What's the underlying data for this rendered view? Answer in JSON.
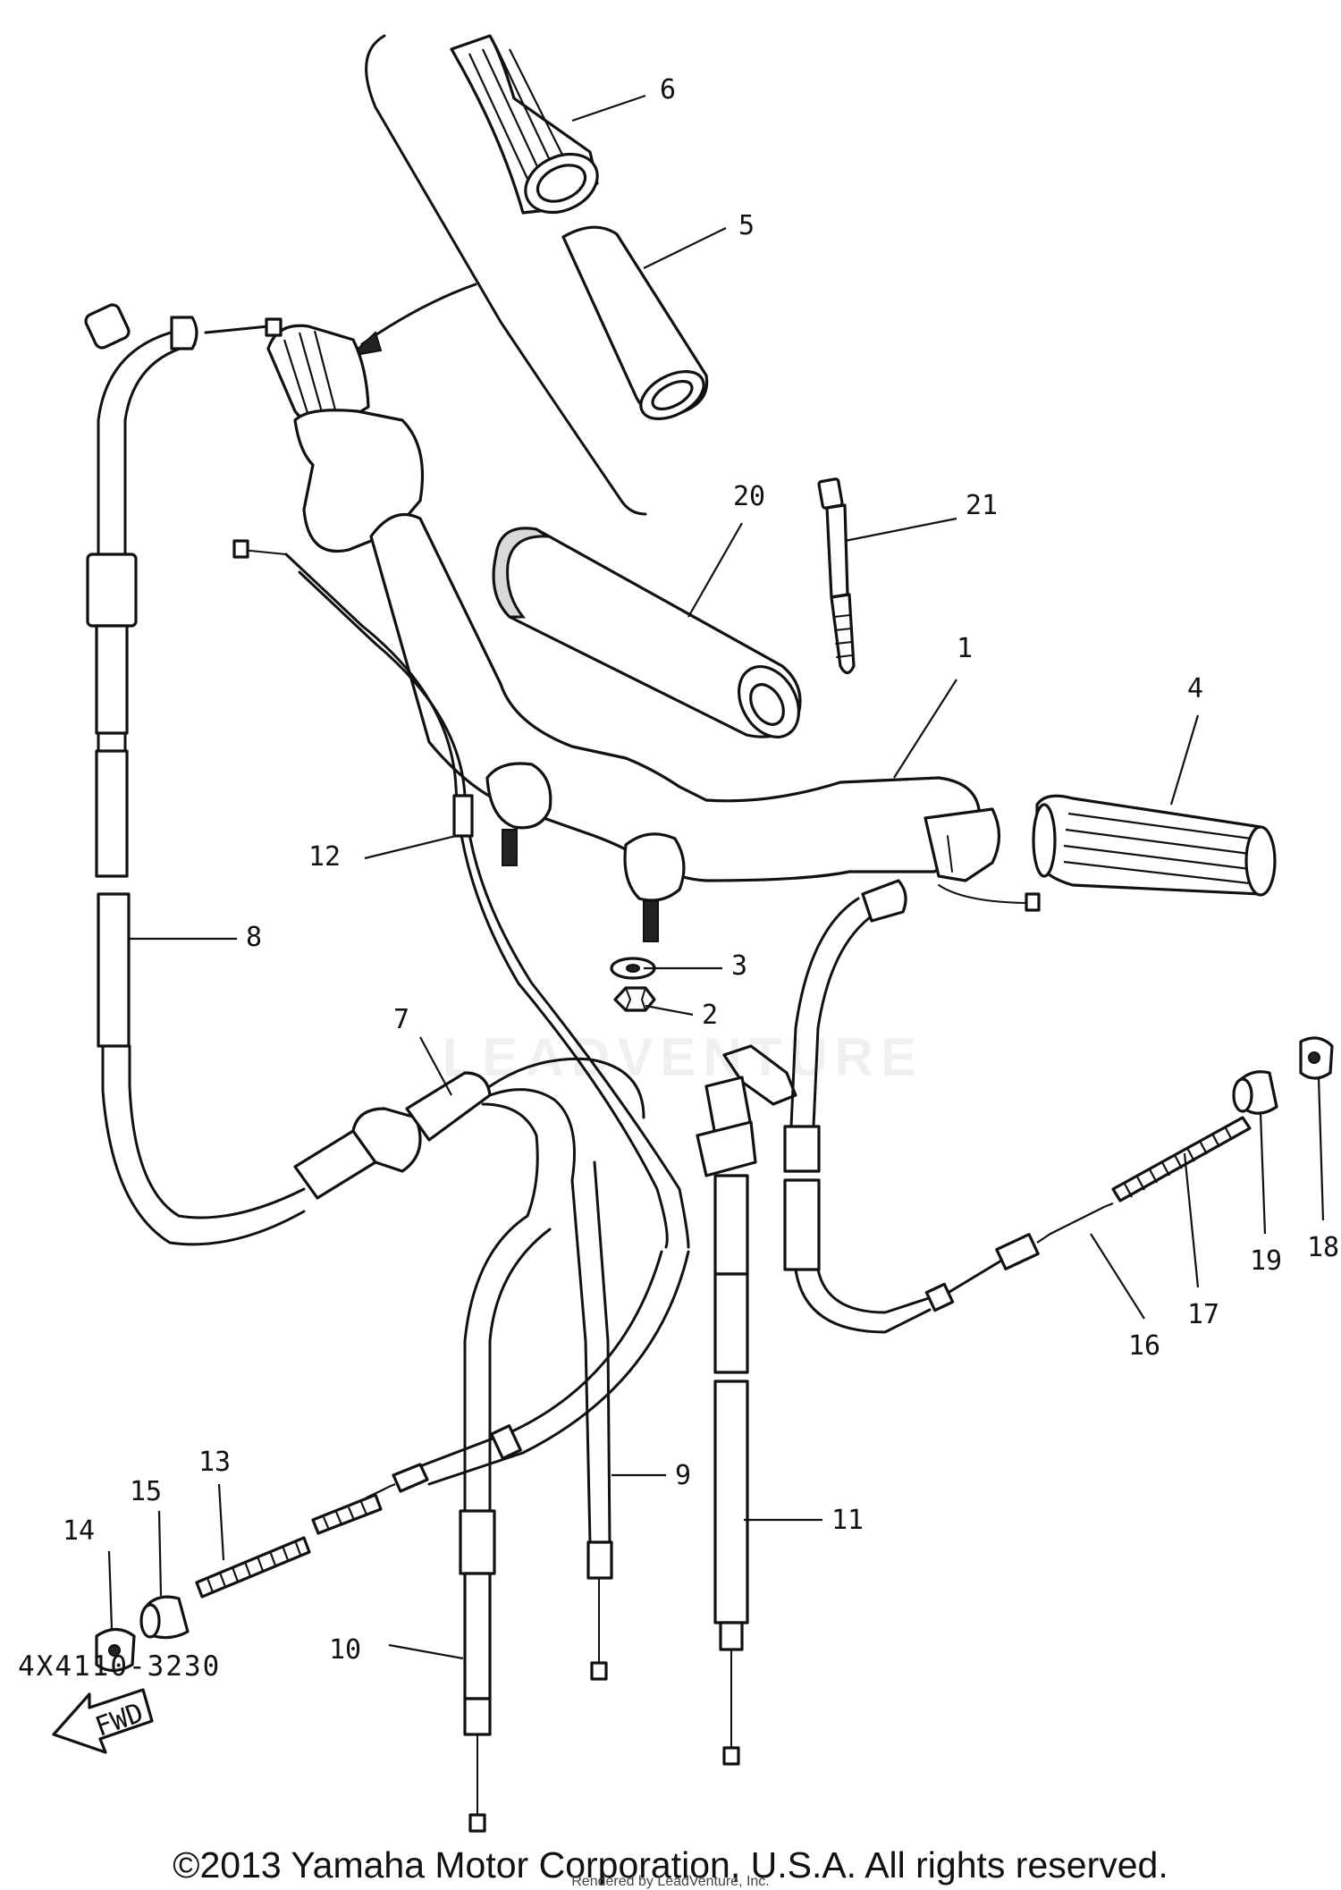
{
  "diagram": {
    "callouts": [
      {
        "id": "1",
        "label": "1"
      },
      {
        "id": "2",
        "label": "2"
      },
      {
        "id": "3",
        "label": "3"
      },
      {
        "id": "4",
        "label": "4"
      },
      {
        "id": "5",
        "label": "5"
      },
      {
        "id": "6",
        "label": "6"
      },
      {
        "id": "7",
        "label": "7"
      },
      {
        "id": "8",
        "label": "8"
      },
      {
        "id": "9",
        "label": "9"
      },
      {
        "id": "10",
        "label": "10"
      },
      {
        "id": "11",
        "label": "11"
      },
      {
        "id": "12",
        "label": "12"
      },
      {
        "id": "13",
        "label": "13"
      },
      {
        "id": "14",
        "label": "14"
      },
      {
        "id": "15",
        "label": "15"
      },
      {
        "id": "16",
        "label": "16"
      },
      {
        "id": "17",
        "label": "17"
      },
      {
        "id": "18",
        "label": "18"
      },
      {
        "id": "19",
        "label": "19"
      },
      {
        "id": "20",
        "label": "20"
      },
      {
        "id": "21",
        "label": "21"
      }
    ],
    "fwd_label": "FWD",
    "page_code": "4X4110-3230"
  },
  "footer": {
    "copyright": "©2013 Yamaha Motor Corporation, U.S.A. All rights reserved.",
    "rendered_by": "Rendered by LeadVenture, Inc.",
    "watermark": "LEADVENTURE"
  }
}
